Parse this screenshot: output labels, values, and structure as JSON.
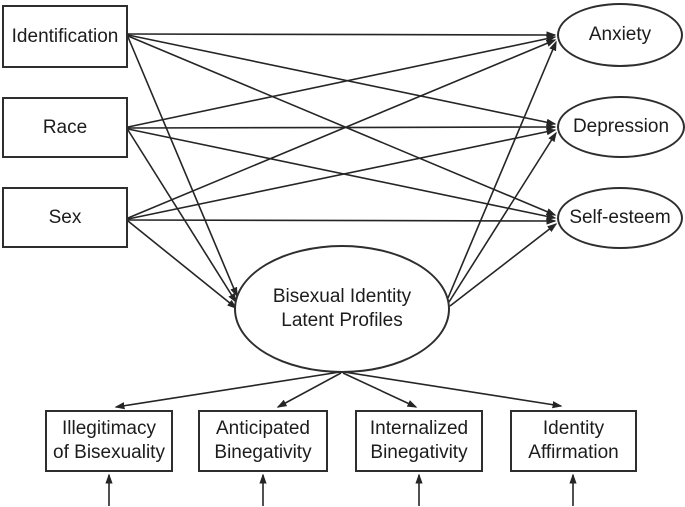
{
  "diagram_title": "Bisexual Identity Latent Profiles path model",
  "colors": {
    "background": "#ffffff",
    "node_fill": "#ffffff",
    "node_border": "#2e2e2e",
    "arrow": "#252525",
    "text": "#1c1c1c"
  },
  "nodes": {
    "identification": {
      "label": "Identification",
      "shape": "rectangle",
      "role": "predictor"
    },
    "race": {
      "label": "Race",
      "shape": "rectangle",
      "role": "predictor"
    },
    "sex": {
      "label": "Sex",
      "shape": "rectangle",
      "role": "predictor"
    },
    "anxiety": {
      "label": "Anxiety",
      "shape": "ellipse",
      "role": "outcome"
    },
    "depression": {
      "label": "Depression",
      "shape": "ellipse",
      "role": "outcome"
    },
    "self_esteem": {
      "label": "Self-esteem",
      "shape": "ellipse",
      "role": "outcome"
    },
    "latent_profiles": {
      "lines": [
        "Bisexual Identity",
        "Latent Profiles"
      ],
      "shape": "ellipse",
      "role": "latent"
    },
    "illegitimacy": {
      "lines": [
        "Illegitimacy",
        "of Bisexuality"
      ],
      "shape": "rectangle",
      "role": "indicator"
    },
    "anticipated": {
      "lines": [
        "Anticipated",
        "Binegativity"
      ],
      "shape": "rectangle",
      "role": "indicator"
    },
    "internalized": {
      "lines": [
        "Internalized",
        "Binegativity"
      ],
      "shape": "rectangle",
      "role": "indicator"
    },
    "identity_affirmation": {
      "lines": [
        "Identity",
        "Affirmation"
      ],
      "shape": "rectangle",
      "role": "indicator"
    }
  },
  "edges": [
    {
      "from": "identification",
      "to": "anxiety"
    },
    {
      "from": "identification",
      "to": "depression"
    },
    {
      "from": "identification",
      "to": "self_esteem"
    },
    {
      "from": "identification",
      "to": "latent_profiles"
    },
    {
      "from": "race",
      "to": "anxiety"
    },
    {
      "from": "race",
      "to": "depression"
    },
    {
      "from": "race",
      "to": "self_esteem"
    },
    {
      "from": "race",
      "to": "latent_profiles"
    },
    {
      "from": "sex",
      "to": "anxiety"
    },
    {
      "from": "sex",
      "to": "depression"
    },
    {
      "from": "sex",
      "to": "self_esteem"
    },
    {
      "from": "sex",
      "to": "latent_profiles"
    },
    {
      "from": "latent_profiles",
      "to": "anxiety"
    },
    {
      "from": "latent_profiles",
      "to": "depression"
    },
    {
      "from": "latent_profiles",
      "to": "self_esteem"
    },
    {
      "from": "latent_profiles",
      "to": "illegitimacy"
    },
    {
      "from": "latent_profiles",
      "to": "anticipated"
    },
    {
      "from": "latent_profiles",
      "to": "internalized"
    },
    {
      "from": "latent_profiles",
      "to": "identity_affirmation"
    },
    {
      "type": "input-stub",
      "to": "illegitimacy"
    },
    {
      "type": "input-stub",
      "to": "anticipated"
    },
    {
      "type": "input-stub",
      "to": "internalized"
    },
    {
      "type": "input-stub",
      "to": "identity_affirmation"
    }
  ]
}
